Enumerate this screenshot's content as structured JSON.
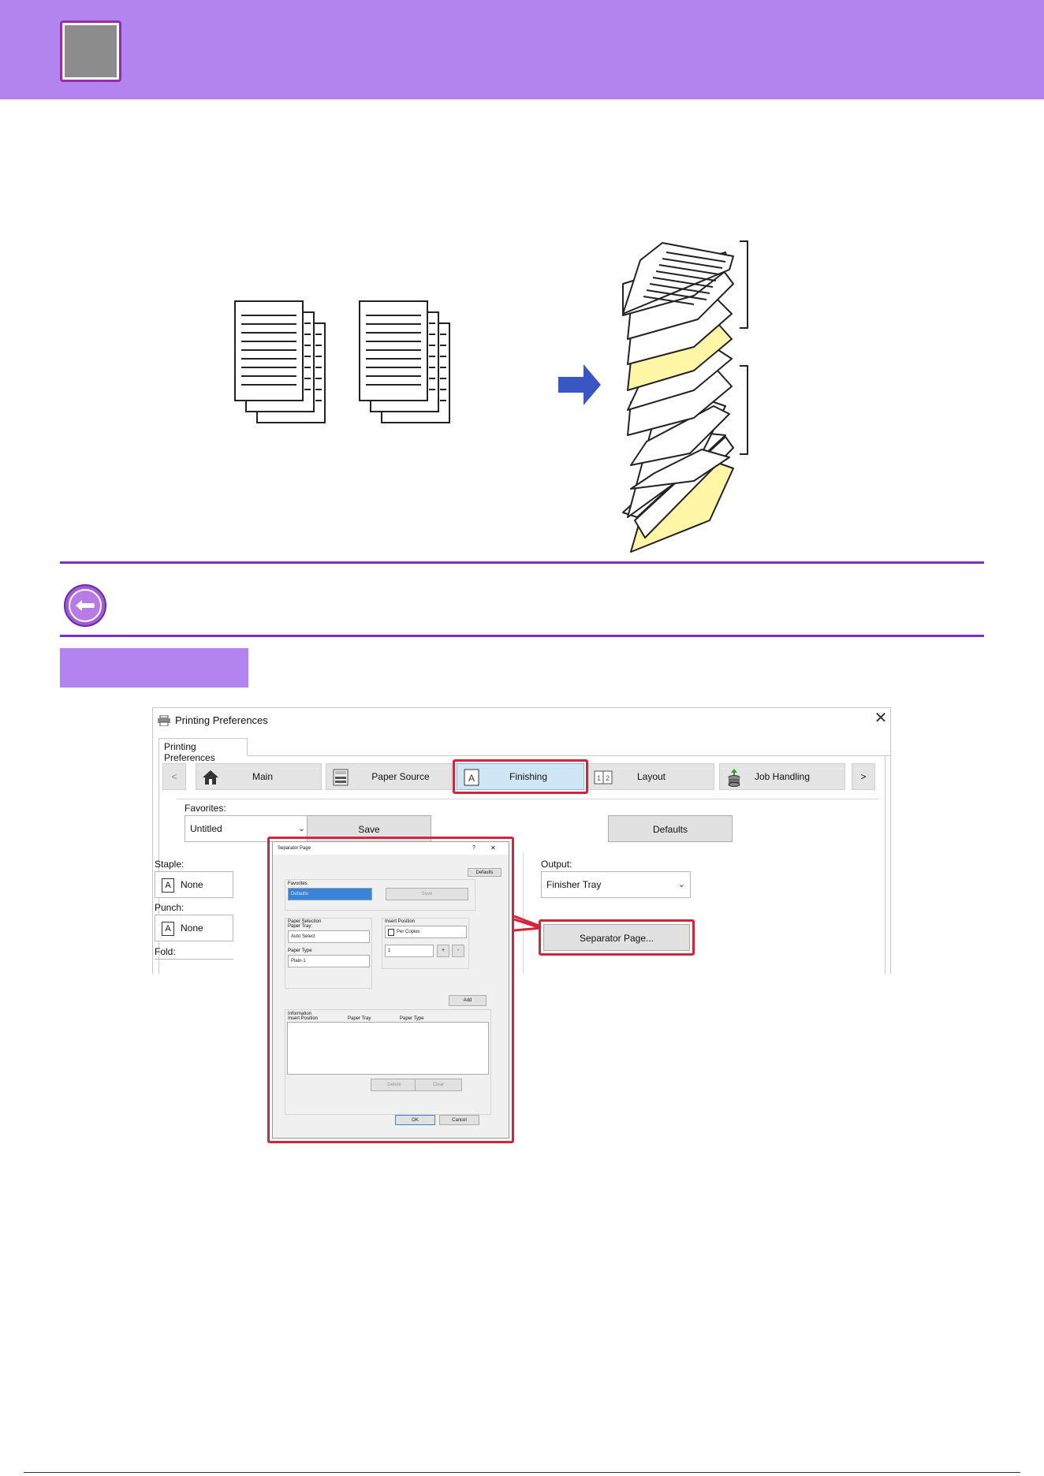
{
  "printing_preferences": {
    "window_title": "Printing Preferences",
    "tab_label": "Printing Preferences",
    "close_glyph": "✕",
    "tabs": {
      "prev": "<",
      "next": ">",
      "main": "Main",
      "paper_source": "Paper Source",
      "finishing": "Finishing",
      "layout": "Layout",
      "job_handling": "Job Handling"
    },
    "favorites_label": "Favorites:",
    "favorites_value": "Untitled",
    "save_label": "Save",
    "defaults_label": "Defaults",
    "staple_label": "Staple:",
    "staple_value": "None",
    "punch_label": "Punch:",
    "punch_value": "None",
    "fold_label": "Fold:",
    "output_label": "Output:",
    "output_value": "Finisher Tray",
    "separator_page_button": "Separator Page..."
  },
  "separator_dialog": {
    "title": "Separator Page",
    "help_glyph": "?",
    "close_glyph": "✕",
    "defaults_button": "Defaults",
    "favorites_label": "Favorites",
    "favorites_value": "Defaults",
    "save_button": "Save",
    "paper_selection_label": "Paper Selection",
    "paper_tray_label": "Paper Tray:",
    "paper_tray_value": "Auto Select",
    "paper_type_label": "Paper Type",
    "paper_type_value": "Plain-1",
    "insert_position_label": "Insert Position",
    "insert_position_value": "Per Copies",
    "count_value": "1",
    "add_button": "Add",
    "information_label": "Information",
    "columns": [
      "Insert Position",
      "Paper Tray",
      "Paper Type"
    ],
    "delete_button": "Delete",
    "clear_button": "Clear",
    "ok_button": "OK",
    "cancel_button": "Cancel"
  },
  "colors": {
    "header_band": "#b384f0",
    "rule_purple": "#7b2fc4",
    "highlight_red": "#d6223b",
    "separator_sheet_yellow": "#fff6a6",
    "arrow_blue": "#3a55c4"
  }
}
